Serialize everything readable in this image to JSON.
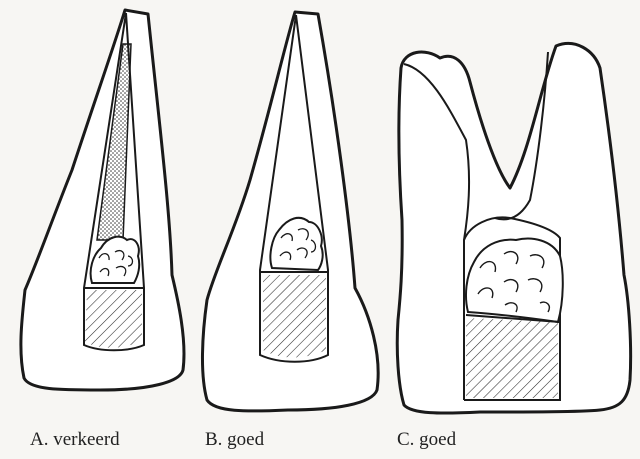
{
  "figure": {
    "captions": {
      "a": "A. verkeerd",
      "b": "B. goed",
      "c": "C. goed"
    },
    "colors": {
      "background": "#f7f6f3",
      "outline": "#1a1a1a",
      "text": "#222222"
    }
  }
}
